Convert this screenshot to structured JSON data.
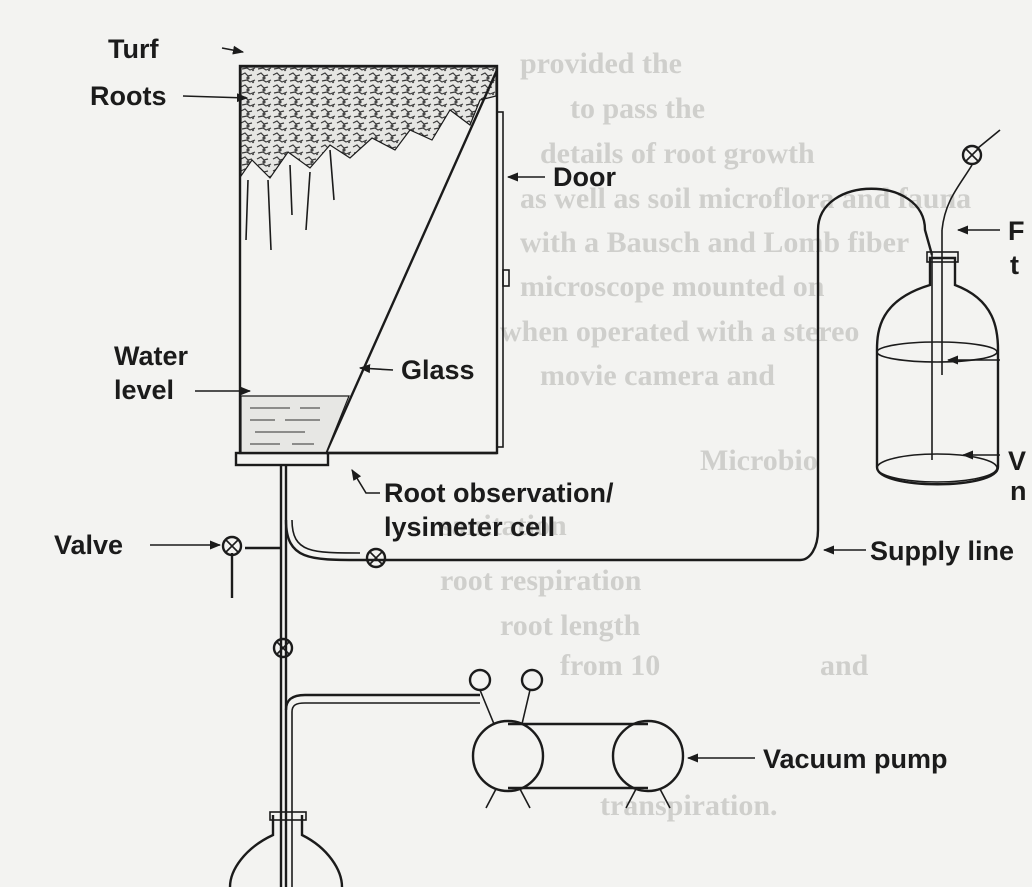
{
  "diagram": {
    "labels": {
      "turf": "Turf",
      "roots": "Roots",
      "door": "Door",
      "water_level_1": "Water",
      "water_level_2": "level",
      "glass": "Glass",
      "cell_1": "Root observation/",
      "cell_2": "lysimeter cell",
      "valve": "Valve",
      "supply_line": "Supply line",
      "vacuum_pump": "Vacuum pump",
      "right_top_1": "F",
      "right_top_2": "t",
      "right_mid": "V",
      "right_low": "n"
    },
    "background_text": [
      "provided the",
      "to pass the",
      "details of root growth",
      "as well as soil microflora and fauna",
      "with a Bausch and Lomb fiber",
      "microscope mounted on",
      "when operated with a stereo",
      "movie camera and",
      "Microbio",
      "sanitation",
      "root respiration",
      "root length",
      "from 10",
      "and",
      "transpiration."
    ]
  }
}
